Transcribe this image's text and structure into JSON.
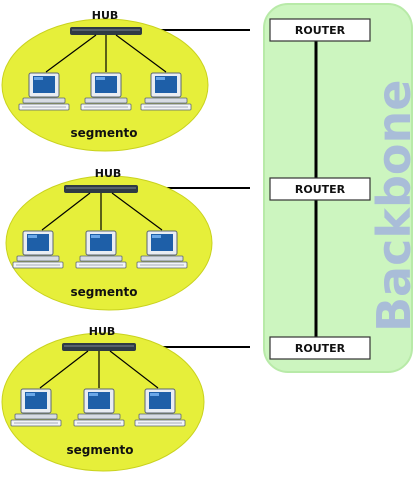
{
  "backbone": {
    "label": "Backbone",
    "fill_color": "#ccf5bf",
    "border_color": "#b8eaa8",
    "label_color": "#a9bdd8"
  },
  "routers": [
    {
      "label": "ROUTER"
    },
    {
      "label": "ROUTER"
    },
    {
      "label": "ROUTER"
    }
  ],
  "segments": [
    {
      "hub_label": "HUB",
      "segment_label": "segmento",
      "computers": 3
    },
    {
      "hub_label": "HUB",
      "segment_label": "segmento",
      "computers": 3
    },
    {
      "hub_label": "HUB",
      "segment_label": "segmento",
      "computers": 3
    }
  ],
  "colors": {
    "segment_fill": "#e6ef3a",
    "segment_border": "#c9d21e",
    "hub_color": "#2f3a44",
    "line_color": "#000000"
  },
  "icons": {
    "hub": "network-hub-icon",
    "computer": "desktop-computer-icon"
  }
}
